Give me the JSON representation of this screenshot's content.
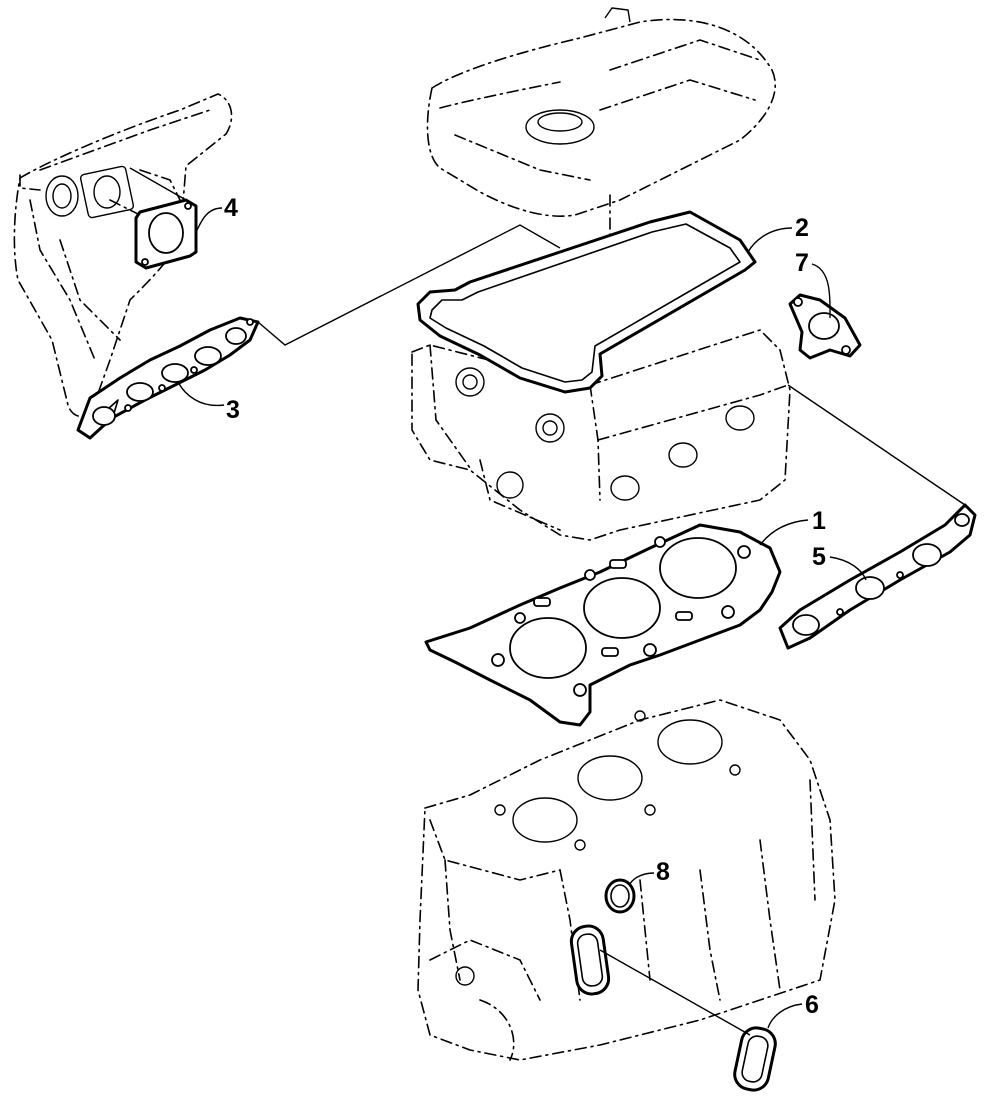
{
  "callouts": {
    "c1": "1",
    "c2": "2",
    "c3": "3",
    "c4": "4",
    "c5": "5",
    "c6": "6",
    "c7": "7",
    "c8": "8"
  },
  "line_color": "#000000",
  "background": "#ffffff"
}
